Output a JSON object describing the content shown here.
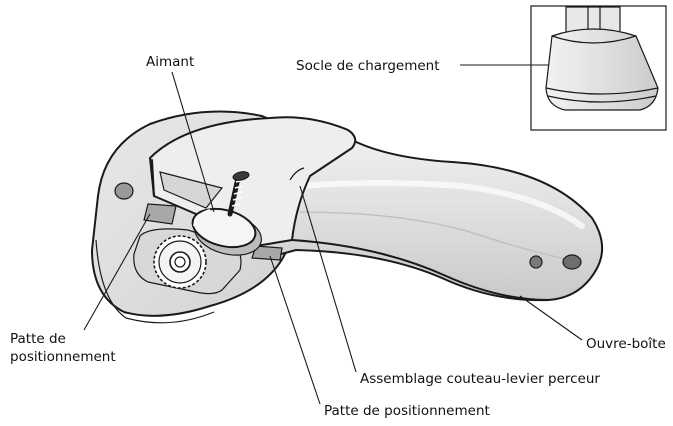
{
  "labels": {
    "aimant": "Aimant",
    "socle": "Socle de chargement",
    "patte_left_line1": "Patte de",
    "patte_left_line2": "positionnement",
    "ouvre_boite": "Ouvre-boîte",
    "assemblage": "Assemblage couteau-levier perceur",
    "patte_bottom": "Patte de positionnement"
  },
  "colors": {
    "body_fill": "#e4e4e4",
    "body_shade": "#cfcfcf",
    "highlight": "#f4f4f4",
    "dark": "#1a1a1a"
  }
}
